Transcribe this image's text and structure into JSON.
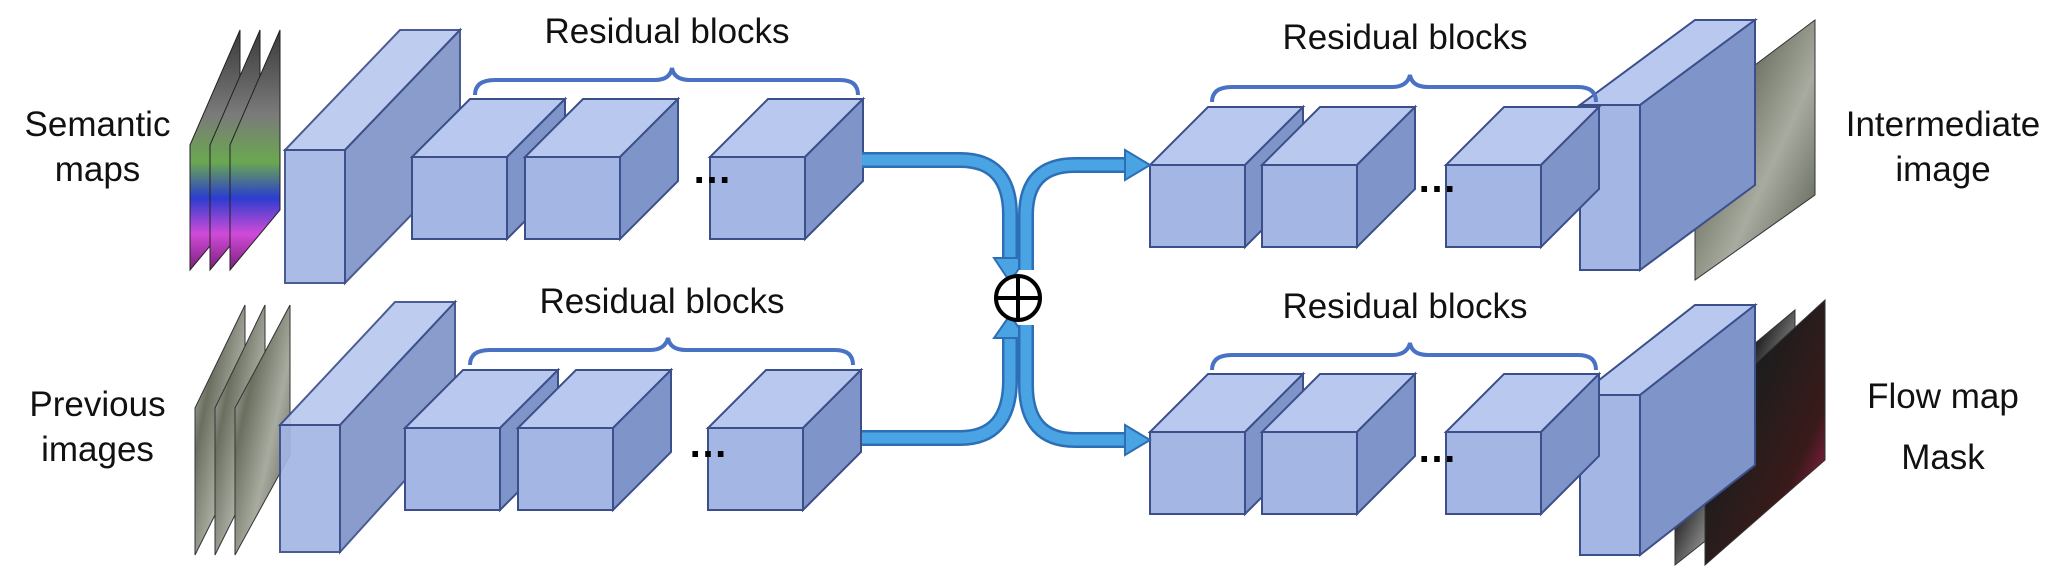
{
  "labels": {
    "semantic_maps": [
      "Semantic",
      "maps"
    ],
    "previous_images": [
      "Previous",
      "images"
    ],
    "intermediate_image": [
      "Intermediate",
      "image"
    ],
    "flow_map": "Flow map",
    "mask": "Mask",
    "residual_blocks": "Residual blocks",
    "ellipsis": "…",
    "combine_symbol": "⊕"
  },
  "colors": {
    "block_front": "#a3b6e4",
    "block_top": "#b8c8ee",
    "block_side": "#7f94c8",
    "block_stroke": "#3c4f8a",
    "arrow": "#4aa3e3",
    "arrow_stroke": "#2d6fb6",
    "brace": "#4a72c4"
  }
}
